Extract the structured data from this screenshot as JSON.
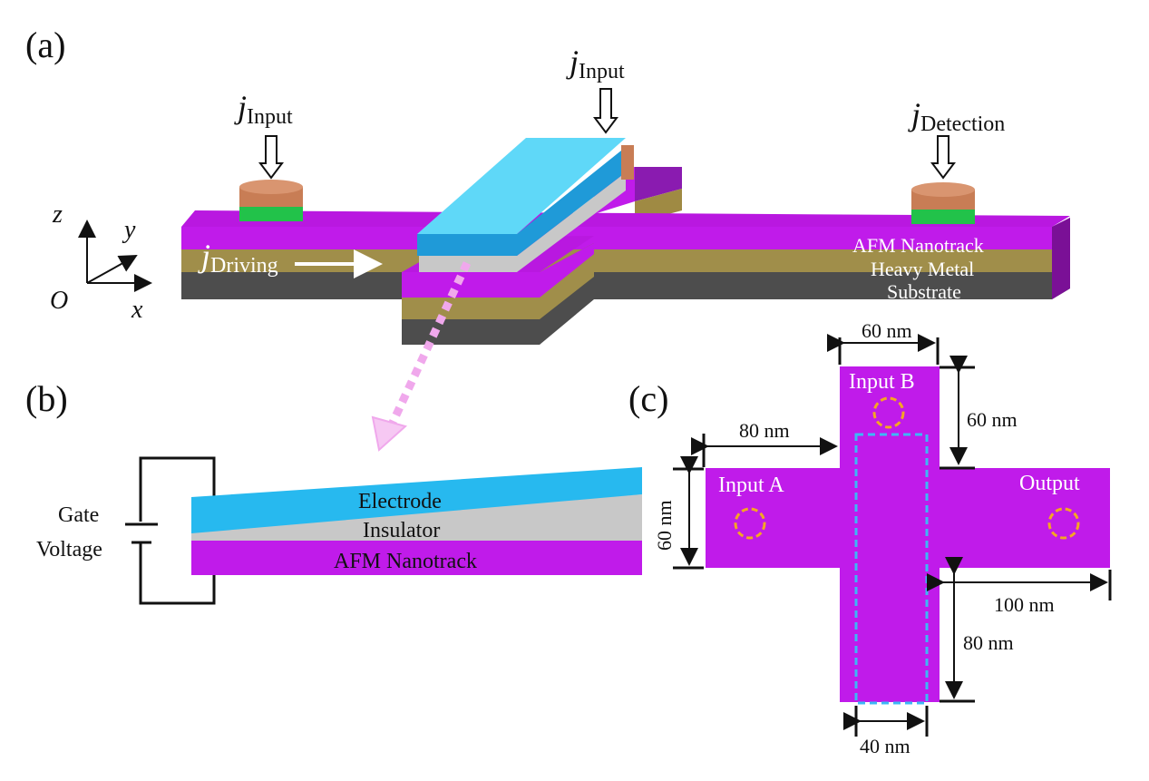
{
  "panels": {
    "a": "(a)",
    "b": "(b)",
    "c": "(c)"
  },
  "panel_a": {
    "currents": {
      "j_symbol": "j",
      "input_left_sub": "Input",
      "input_mid_sub": "Input",
      "detection_sub": "Detection",
      "driving_sub": "Driving"
    },
    "layers": {
      "afm": "AFM Nanotrack",
      "heavy_metal": "Heavy Metal",
      "substrate": "Substrate"
    },
    "axes": {
      "z": "z",
      "y": "y",
      "x": "x",
      "origin": "O"
    }
  },
  "panel_b": {
    "gate_line1": "Gate",
    "gate_line2": "Voltage",
    "electrode": "Electrode",
    "insulator": "Insulator",
    "afm": "AFM Nanotrack"
  },
  "panel_c": {
    "input_a": "Input A",
    "input_b": "Input B",
    "output": "Output",
    "dim_top_width": "60 nm",
    "dim_top_height": "60 nm",
    "dim_left_arm": "80 nm",
    "dim_left_height": "60 nm",
    "dim_right_arm": "100 nm",
    "dim_bottom_height": "80 nm",
    "dim_channel": "40 nm"
  },
  "colors": {
    "afm": "#c01bea",
    "heavy_metal": "#a08e4a",
    "substrate": "#4d4d4d",
    "electrode": "#27b9ef",
    "insulator": "#c8c8c8",
    "contact_top": "#c87d55",
    "contact_green": "#22c24a",
    "detector_circle": "#f5a623",
    "channel_dash": "#3db8f5",
    "pointer_arrow": "#f0a8ec"
  }
}
